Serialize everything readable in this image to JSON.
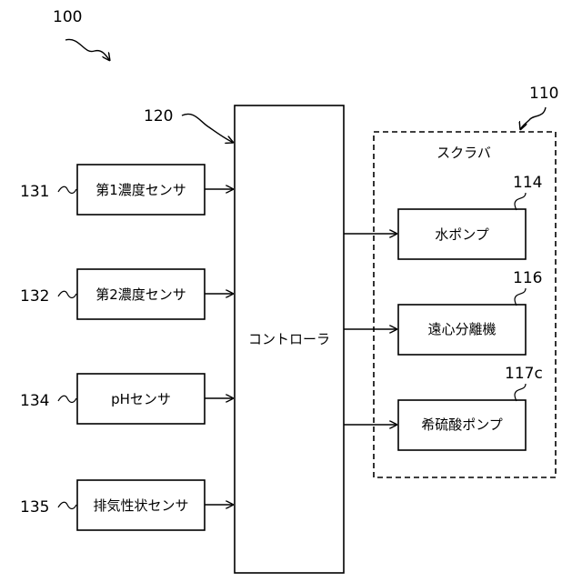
{
  "diagram": {
    "overall_ref": "100",
    "controller": {
      "ref": "120",
      "label": "コントローラ"
    },
    "scrubber": {
      "ref": "110",
      "label": "スクラバ",
      "units": [
        {
          "ref": "114",
          "label": "水ポンプ"
        },
        {
          "ref": "116",
          "label": "遠心分離機"
        },
        {
          "ref": "117c",
          "label": "希硫酸ポンプ"
        }
      ]
    },
    "sensors": [
      {
        "ref": "131",
        "label": "第1濃度センサ"
      },
      {
        "ref": "132",
        "label": "第2濃度センサ"
      },
      {
        "ref": "134",
        "label": "pHセンサ"
      },
      {
        "ref": "135",
        "label": "排気性状センサ"
      }
    ]
  }
}
